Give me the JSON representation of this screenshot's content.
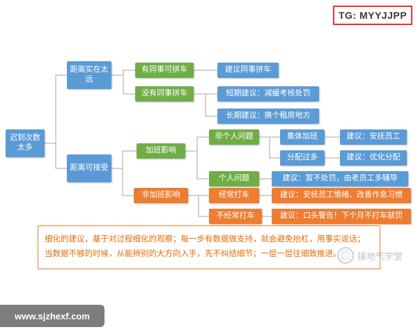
{
  "header": {
    "tg_label": "TG: MYYJJPP"
  },
  "footer": {
    "website": "www.sjzhexf.com"
  },
  "watermark": {
    "text": "接地气学堂"
  },
  "note": {
    "lines": [
      "细化的建议，基于对过程细化的观察；每一步有数据做支持，就会避免抬杠，用事实说话；",
      "当数据不够的时候，从能辨别的大方向入手，先不纠结细节；一层一层往细致推进。"
    ]
  },
  "colors": {
    "blue": "#5B9BD5",
    "green": "#70AD47",
    "orange": "#ED7D31",
    "connector": "#A6A6A6",
    "tg_border": "#FF2A2A",
    "note_text": "#E36C09",
    "footer_bg": "#7D7D7D"
  },
  "nodes": {
    "root": {
      "label": "迟到次数太多",
      "color": "blue"
    },
    "too_far": {
      "label": "距离实在太远",
      "color": "blue"
    },
    "acceptable": {
      "label": "距离可接受",
      "color": "blue"
    },
    "carpool_yes": {
      "label": "有同事可拼车",
      "color": "green"
    },
    "carpool_suggest": {
      "label": "建议同事拼车",
      "color": "blue"
    },
    "carpool_no": {
      "label": "没有同事拼车",
      "color": "green"
    },
    "short_term": {
      "label": "短期建议：减缓考核处罚",
      "color": "blue"
    },
    "long_term": {
      "label": "长期建议：换个租房地方",
      "color": "blue"
    },
    "overtime": {
      "label": "加班影响",
      "color": "green"
    },
    "not_personal": {
      "label": "非个人问题",
      "color": "green"
    },
    "group_overtime": {
      "label": "集体加班",
      "color": "blue"
    },
    "suggest_comfort": {
      "label": "建议：安抚员工",
      "color": "blue"
    },
    "over_assign": {
      "label": "分配过多",
      "color": "blue"
    },
    "suggest_optimize": {
      "label": "建议：优化分配",
      "color": "blue"
    },
    "personal": {
      "label": "个人问题",
      "color": "green"
    },
    "suggest_mentor": {
      "label": "建议：暂不处罚，由老员工多辅导",
      "color": "blue"
    },
    "not_overtime": {
      "label": "非加班影响",
      "color": "orange"
    },
    "taxi_often": {
      "label": "经常打车",
      "color": "orange"
    },
    "suggest_habit": {
      "label": "建议：安抚员工情绪、改善作息习惯",
      "color": "orange"
    },
    "taxi_rare": {
      "label": "不经常打车",
      "color": "orange"
    },
    "suggest_warning": {
      "label": "建议：口头警告！下个月不打车就罚",
      "color": "orange"
    }
  }
}
